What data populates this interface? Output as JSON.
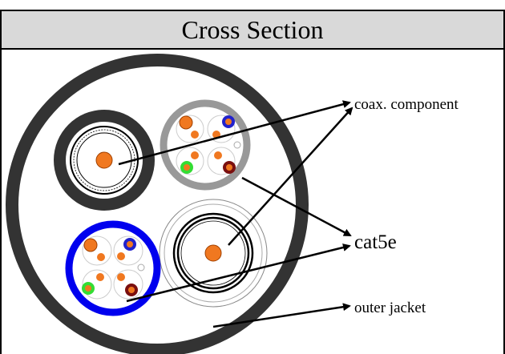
{
  "title": "Cross Section",
  "labels": {
    "coax": "coax. component",
    "cat5e": "cat5e",
    "outer_jacket": "outer jacket"
  },
  "colors": {
    "outer_jacket": "#333333",
    "coax_jacket": "#333333",
    "cat5e_gray_ring": "#999999",
    "cat5e_blue_ring": "#0000ee",
    "conductor_orange": "#f07820",
    "pair_orange": "#f07820",
    "pair_blue": "#2222cc",
    "pair_green": "#33dd33",
    "pair_brown": "#7a0f0f",
    "header_bg": "#d9d9d9"
  }
}
